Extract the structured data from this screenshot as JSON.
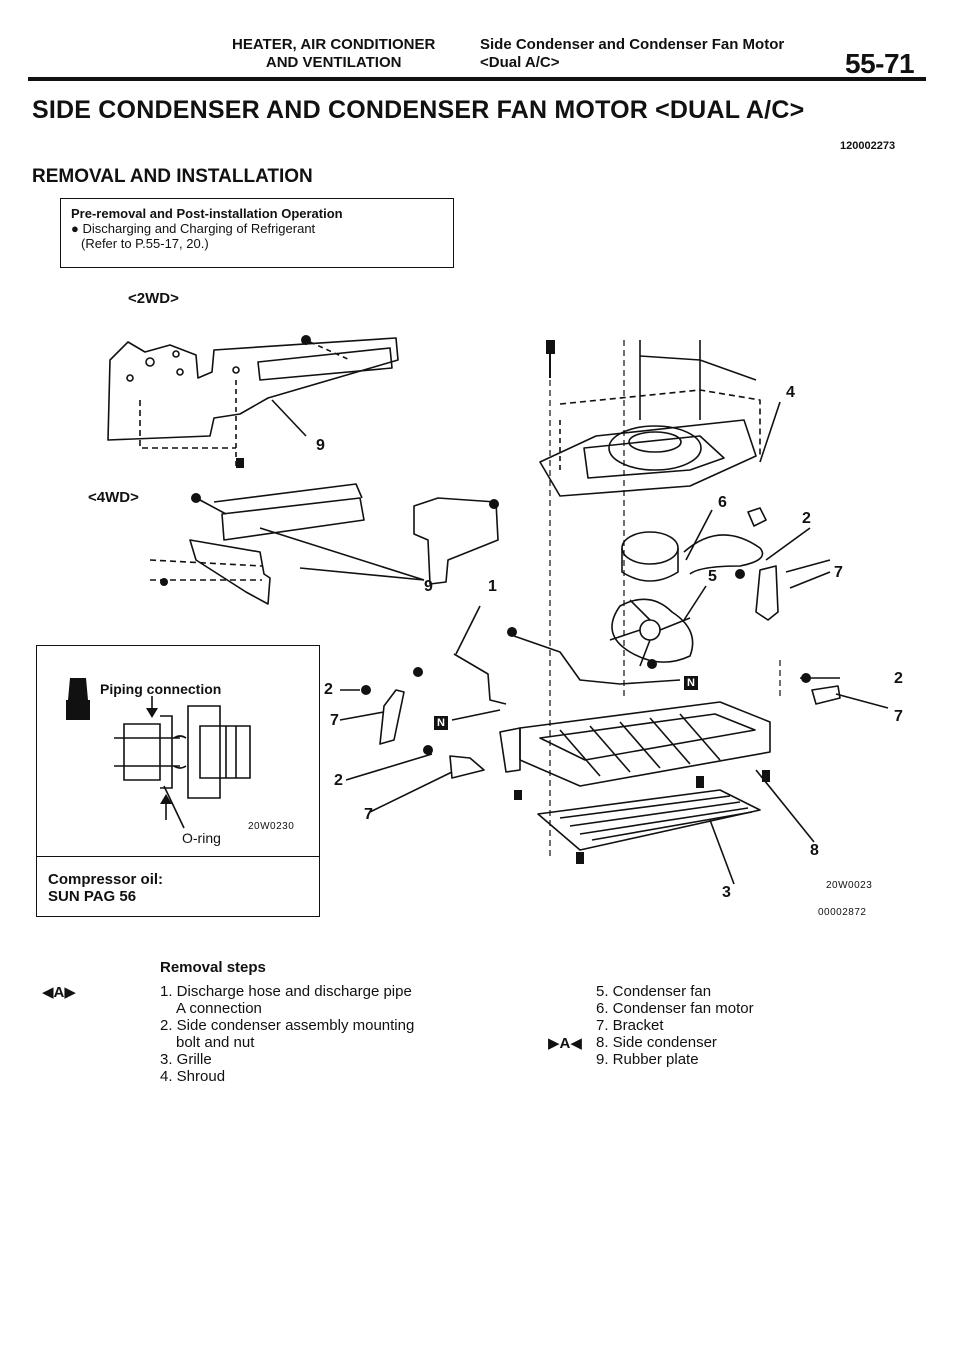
{
  "header": {
    "section_line1": "HEATER, AIR CONDITIONER",
    "section_line2": "AND VENTILATION",
    "topic_line1": "Side Condenser and Condenser Fan Motor",
    "topic_line2": "<Dual A/C>",
    "page_number": "55-71"
  },
  "title": "SIDE CONDENSER AND CONDENSER FAN MOTOR <DUAL A/C>",
  "doc_code": "120002273",
  "section_title": "REMOVAL AND INSTALLATION",
  "operation_box": {
    "heading": "Pre-removal and Post-installation Operation",
    "bullet": "Discharging and Charging of Refrigerant",
    "reference": "(Refer to P.55-17, 20.)"
  },
  "variants": {
    "two_wd": "<2WD>",
    "four_wd": "<4WD>"
  },
  "piping": {
    "title": "Piping connection",
    "oring_label": "O-ring",
    "figure_code": "20W0230",
    "oil_label": "Compressor oil:",
    "oil_type": "SUN PAG 56"
  },
  "diagram": {
    "figure_code": "20W0023",
    "archive_code": "00002872",
    "n_mark": "N",
    "callouts": {
      "c1": "1",
      "c2a": "2",
      "c2b": "2",
      "c2c": "2",
      "c2d": "2",
      "c3": "3",
      "c4": "4",
      "c5": "5",
      "c6": "6",
      "c7a": "7",
      "c7b": "7",
      "c7c": "7",
      "c7d": "7",
      "c8": "8",
      "c9a": "9",
      "c9b": "9"
    }
  },
  "removal": {
    "title": "Removal steps",
    "marker_a": "◀A▶",
    "marker_b": "▶A◀",
    "left_steps": [
      "1. Discharge hose and discharge pipe",
      "A connection",
      "2. Side condenser assembly mounting",
      "bolt and nut",
      "3. Grille",
      "4. Shroud"
    ],
    "right_steps": [
      "5. Condenser fan",
      "6. Condenser fan motor",
      "7. Bracket",
      "8. Side condenser",
      "9. Rubber plate"
    ]
  }
}
